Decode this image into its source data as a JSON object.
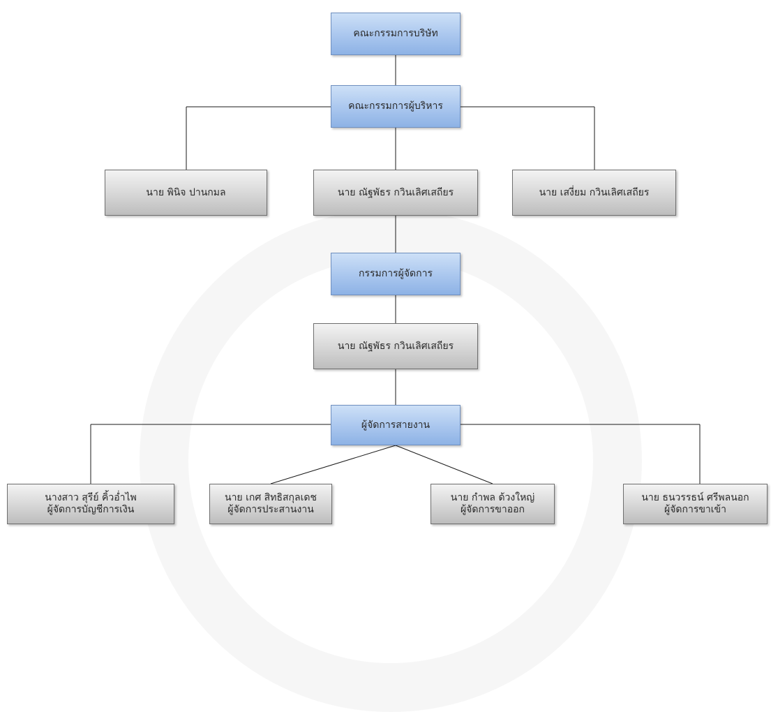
{
  "board": {
    "label": "คณะกรรมการบริษัท"
  },
  "executive_committee": {
    "label": "คณะกรรมการผู้บริหาร"
  },
  "executives": [
    {
      "label": "นาย พินิจ ปานกมล"
    },
    {
      "label": "นาย ณัฐพัธร  กวินเลิศเสถียร"
    },
    {
      "label": "นาย เสงี่ยม กวินเลิศเสถียร"
    }
  ],
  "managing_director": {
    "label": "กรรมการผู้จัดการ"
  },
  "managing_director_person": {
    "label": "นาย ณัฐพัธร  กวินเลิศเสถียร"
  },
  "line_manager": {
    "label": "ผู้จัดการสายงาน"
  },
  "managers": [
    {
      "name": "นางสาว สุรีย์  คิ้วอ่ำไพ",
      "title": "ผู้จัดการบัญชีการเงิน"
    },
    {
      "name": "นาย เกศ สิทธิสกุลเดช",
      "title": "ผู้จัดการประสานงาน"
    },
    {
      "name": "นาย กำพล ด้วงใหญ่",
      "title": "ผู้จัดการขาออก"
    },
    {
      "name": "นาย ธนวรรธน์  ศรีพลนอก",
      "title": "ผู้จัดการขาเข้า"
    }
  ],
  "colors": {
    "blue_box": "#a9c6ee",
    "gray_box": "#d6d6d6",
    "connector": "#1a1a1a"
  }
}
